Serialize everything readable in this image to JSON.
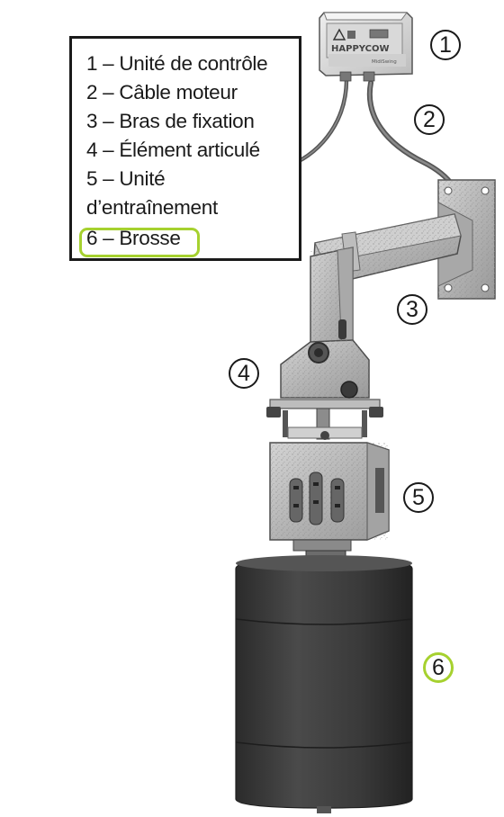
{
  "legend": {
    "items": [
      "1 – Unité de contrôle",
      "2 – Câble moteur",
      "3 – Bras de fixation",
      "4 – Élément articulé",
      "5 – Unité",
      "d’entraînement",
      "6 – Brosse"
    ],
    "highlight_color": "#a6d12f"
  },
  "device": {
    "brand_label": "HAPPYCOW",
    "model_label": "MidiSwing"
  },
  "callouts": [
    "1",
    "2",
    "3",
    "4",
    "5",
    "6"
  ]
}
